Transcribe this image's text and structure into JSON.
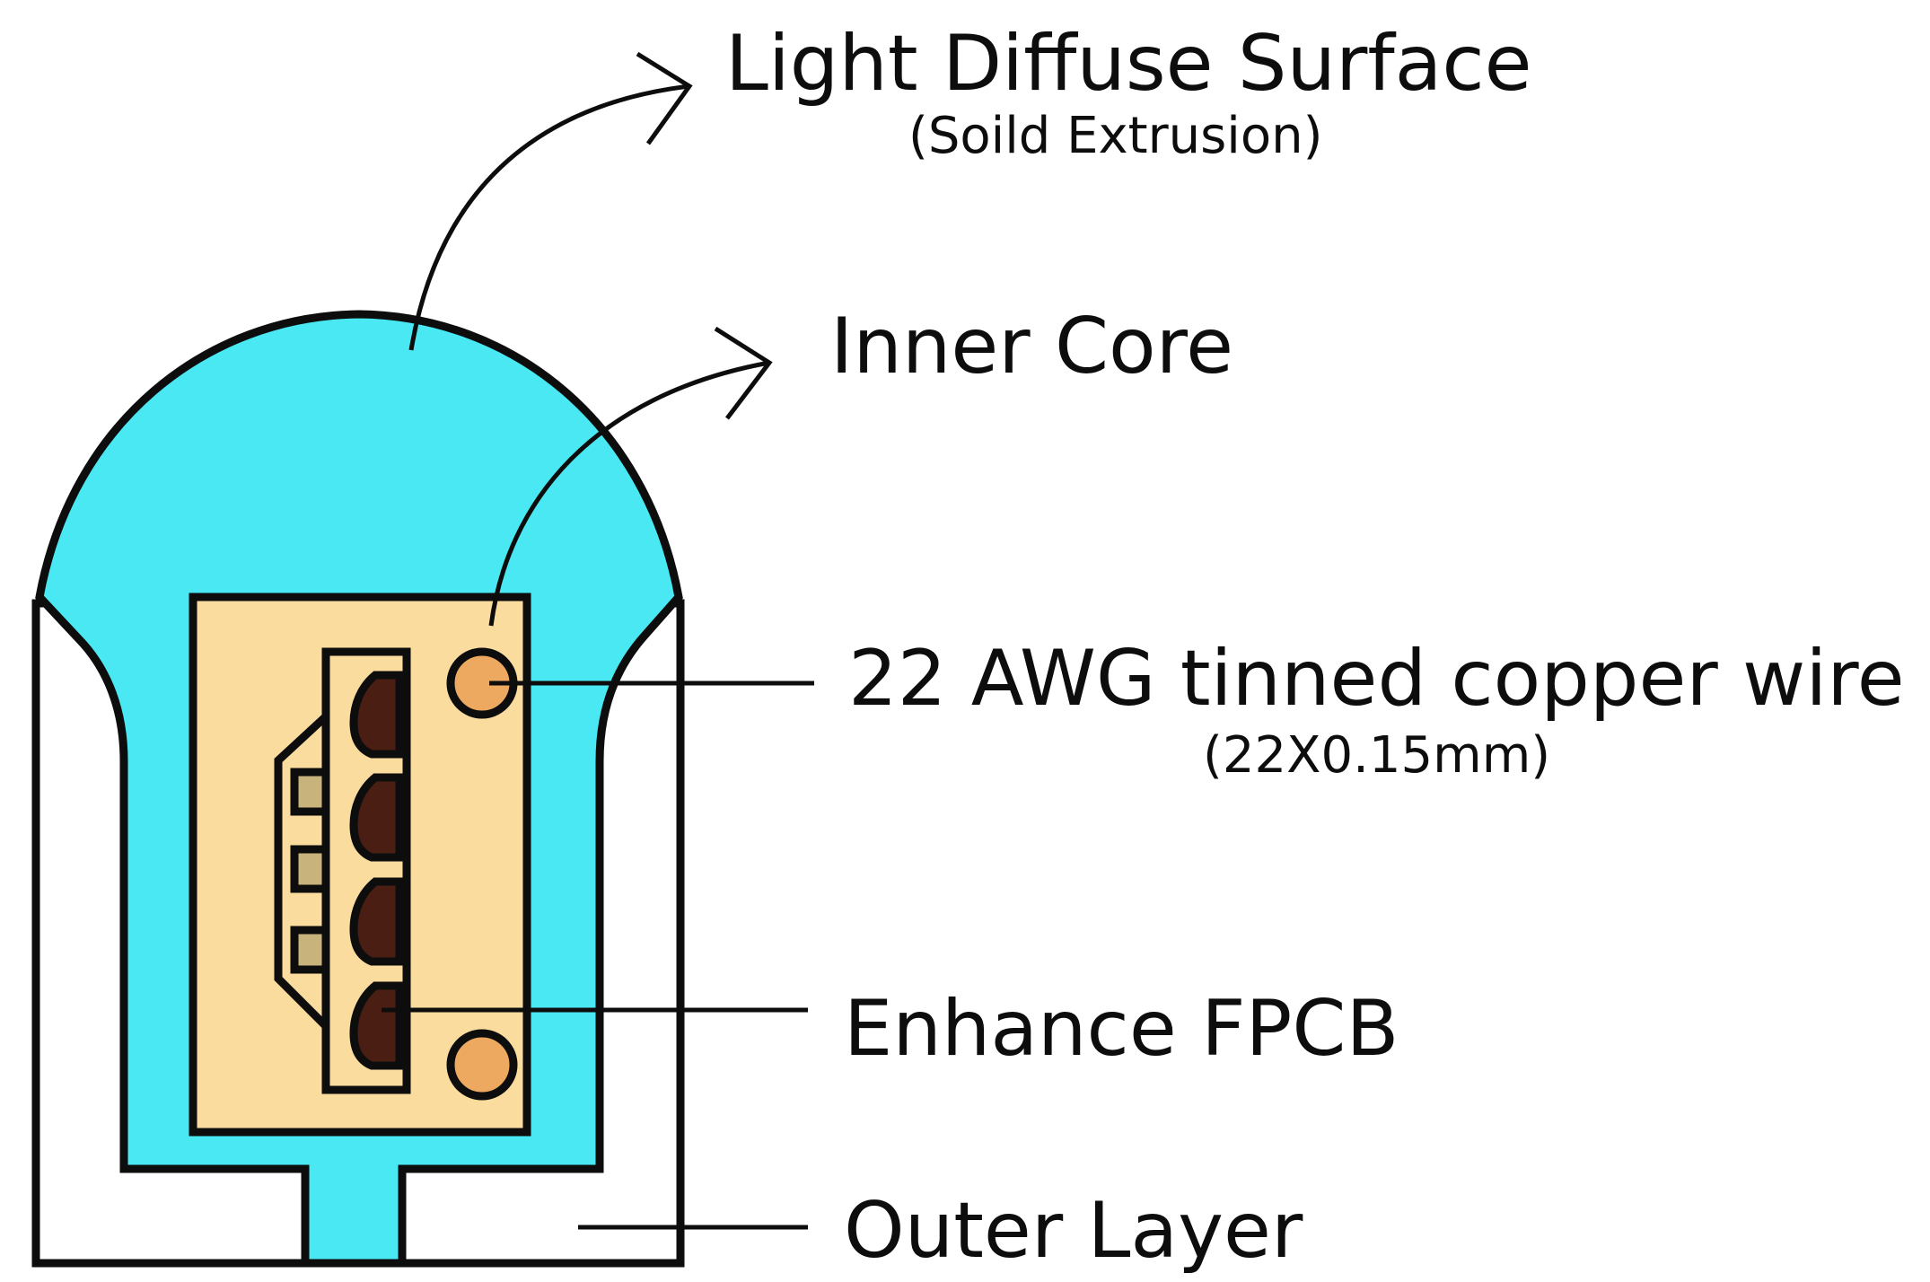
{
  "labels": {
    "light_diffuse": "Light Diffuse Surface",
    "light_diffuse_sub": "(Soild Extrusion)",
    "inner_core": "Inner Core",
    "wire": "22 AWG tinned copper wire",
    "wire_sub": "(22X0.15mm)",
    "fpcb": "Enhance FPCB",
    "outer_layer": "Outer Layer"
  },
  "colors": {
    "diffuse": "#4ae8f2",
    "core": "#f9dc9e",
    "wire": "#eda95f",
    "led": "#4b1e14",
    "resistor": "#c8b37c",
    "outline": "#0d0d0d"
  }
}
